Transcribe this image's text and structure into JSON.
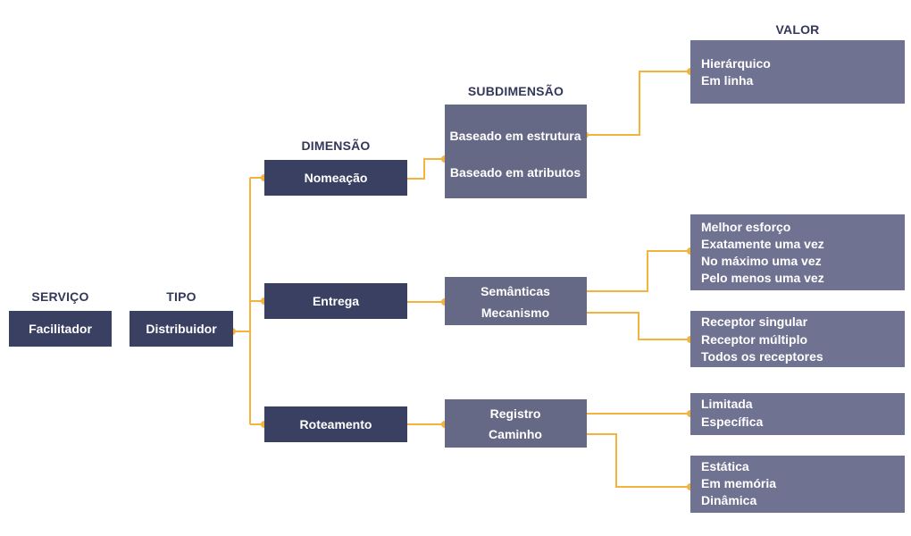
{
  "headers": {
    "servico": "SERVIÇO",
    "tipo": "TIPO",
    "dimensao": "DIMENSÃO",
    "subdimensao": "SUBDIMENSÃO",
    "valor": "VALOR"
  },
  "servico": {
    "label": "Facilitador"
  },
  "tipo": {
    "label": "Distribuidor"
  },
  "dimensoes": [
    "Nomeação",
    "Entrega",
    "Roteamento"
  ],
  "subdimensoes": {
    "nomeacao": [
      "Baseado em estrutura",
      "Baseado em atributos"
    ],
    "entrega": [
      "Semânticas",
      "Mecanismo"
    ],
    "roteamento": [
      "Registro",
      "Caminho"
    ]
  },
  "valores": {
    "estrutura": [
      "Hierárquico",
      "Em linha"
    ],
    "semanticas": [
      "Melhor esforço",
      "Exatamente uma vez",
      "No máximo uma vez",
      "Pelo menos uma vez"
    ],
    "mecanismo": [
      "Receptor singular",
      "Receptor múltiplo",
      "Todos os receptores"
    ],
    "registro": [
      "Limitada",
      "Específica"
    ],
    "caminho": [
      "Estática",
      "Em memória",
      "Dinâmica"
    ]
  },
  "colors": {
    "dark_box": "#3a4062",
    "value_box": "#6f7290",
    "connector": "#f3b33d",
    "header_text": "#33385a"
  }
}
